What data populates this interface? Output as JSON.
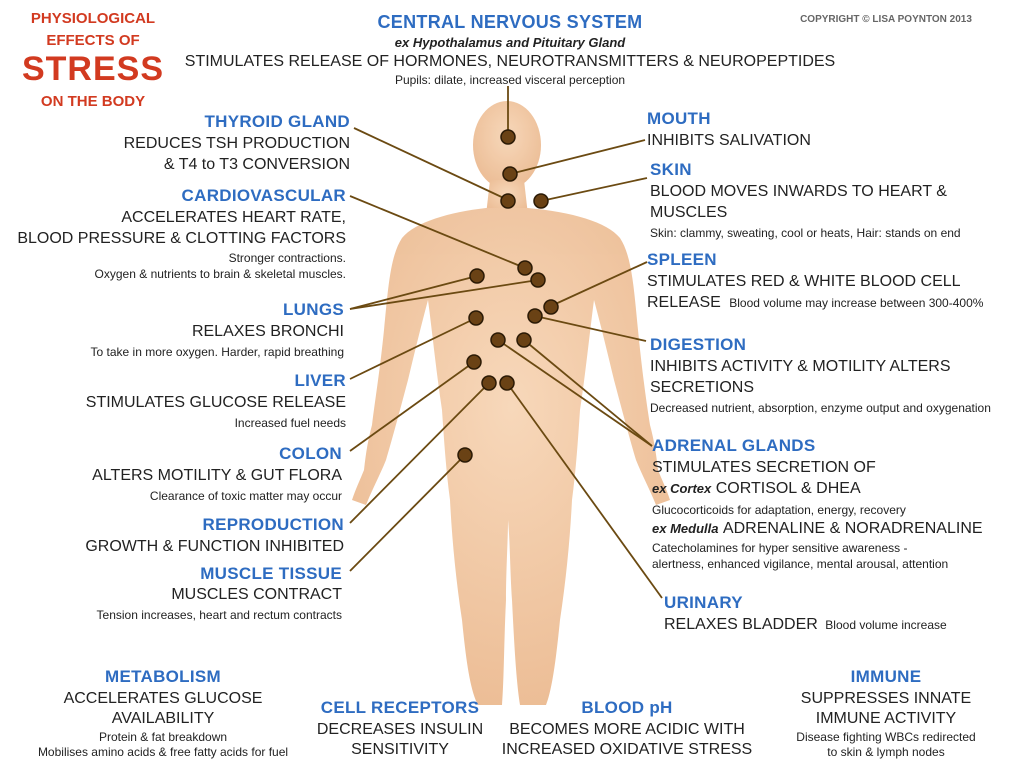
{
  "title": {
    "line1": "PHYSIOLOGICAL",
    "line2": "EFFECTS OF",
    "line3": "STRESS",
    "line4": "ON THE BODY"
  },
  "copyright": "COPYRIGHT © LISA POYNTON 2013",
  "colors": {
    "heading": "#2e6cc1",
    "title_red": "#d23a20",
    "line": "#6b4a12",
    "dot_fill": "#6a4215",
    "body": "#f3c8a2"
  },
  "cns": {
    "heading": "CENTRAL NERVOUS SYSTEM",
    "sub": "ex Hypothalamus and Pituitary Gland",
    "body": "STIMULATES RELEASE OF HORMONES, NEUROTRANSMITTERS &  NEUROPEPTIDES",
    "small": "Pupils: dilate, increased visceral perception"
  },
  "thyroid": {
    "heading": "THYROID GLAND",
    "line1": "REDUCES TSH PRODUCTION",
    "line2": "& T4 to T3 CONVERSION"
  },
  "cardio": {
    "heading": "CARDIOVASCULAR",
    "line1": "ACCELERATES HEART RATE,",
    "line2": "BLOOD PRESSURE & CLOTTING FACTORS",
    "small1": "Stronger contractions.",
    "small2": "Oxygen & nutrients to brain & skeletal muscles."
  },
  "lungs": {
    "heading": "LUNGS",
    "line1": "RELAXES BRONCHI",
    "small": "To take in more oxygen. Harder, rapid breathing"
  },
  "liver": {
    "heading": "LIVER",
    "line1": "STIMULATES GLUCOSE RELEASE",
    "small": "Increased fuel needs"
  },
  "colon": {
    "heading": "COLON",
    "line1": "ALTERS MOTILITY & GUT FLORA",
    "small": "Clearance of toxic matter may occur"
  },
  "reproduction": {
    "heading": "REPRODUCTION",
    "line1": "GROWTH & FUNCTION INHIBITED"
  },
  "muscle": {
    "heading": "MUSCLE TISSUE",
    "line1": "MUSCLES CONTRACT",
    "small": "Tension increases, heart and rectum contracts"
  },
  "mouth": {
    "heading": "MOUTH",
    "line1": "INHIBITS SALIVATION"
  },
  "skin": {
    "heading": "SKIN",
    "line1": "BLOOD MOVES  INWARDS TO HEART &",
    "line2": "MUSCLES",
    "small": "Skin: clammy, sweating, cool or heats, Hair: stands on end"
  },
  "spleen": {
    "heading": "SPLEEN",
    "line1": "STIMULATES RED & WHITE  BLOOD  CELL",
    "line2": "RELEASE",
    "small": "Blood volume may increase  between 300-400%"
  },
  "digestion": {
    "heading": "DIGESTION",
    "line1": "INHIBITS ACTIVITY & MOTILITY ALTERS",
    "line2": "SECRETIONS",
    "small": "Decreased nutrient, absorption, enzyme output and oxygenation"
  },
  "adrenal": {
    "heading": "ADRENAL GLANDS",
    "line1": "STIMULATES SECRETION OF",
    "cortex_label": "ex Cortex",
    "cortex_text": "CORTISOL & DHEA",
    "small1": "Glucocorticoids for adaptation, energy, recovery",
    "medulla_label": "ex Medulla",
    "medulla_text": "ADRENALINE & NORADRENALINE",
    "small2": "Catecholamines for hyper sensitive awareness -",
    "small3": "alertness, enhanced vigilance, mental arousal, attention"
  },
  "urinary": {
    "heading": "URINARY",
    "line1": "RELAXES BLADDER",
    "small": "Blood volume increase"
  },
  "metabolism": {
    "heading": "METABOLISM",
    "line1": "ACCELERATES GLUCOSE",
    "line2": "AVAILABILITY",
    "small1": "Protein & fat breakdown",
    "small2": "Mobilises amino acids & free fatty acids for fuel"
  },
  "cell": {
    "heading": "CELL RECEPTORS",
    "line1": "DECREASES INSULIN",
    "line2": "SENSITIVITY"
  },
  "blood": {
    "heading": "BLOOD pH",
    "line1": "BECOMES MORE ACIDIC WITH",
    "line2": "INCREASED OXIDATIVE STRESS"
  },
  "immune": {
    "heading": "IMMUNE",
    "line1": "SUPPRESSES INNATE",
    "line2": "IMMUNE ACTIVITY",
    "small1": "Disease fighting WBCs redirected",
    "small2": "to skin & lymph nodes"
  }
}
